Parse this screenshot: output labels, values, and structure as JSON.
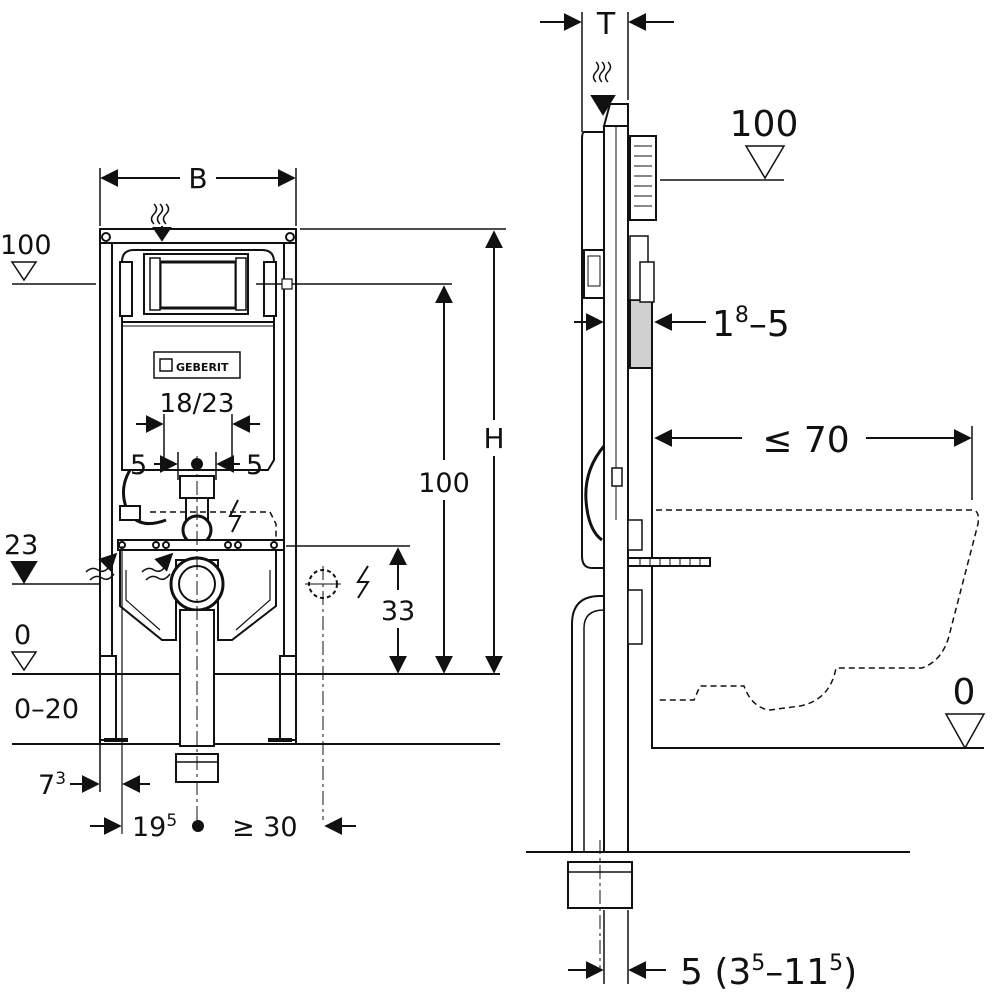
{
  "front_view": {
    "width_label": "B",
    "height_label": "H",
    "level_top_left": "100",
    "brand": "GEBERIT",
    "spacing": "18/23",
    "side_left": "5",
    "side_right": "5",
    "connection_height": "100",
    "supply_level": "23",
    "drain_height": "33",
    "floor_level": "0",
    "floor_range": "0–20",
    "foot_offset_base": "7",
    "foot_offset_sup": "3",
    "axis_offset_base": "19",
    "axis_offset_sup": "5",
    "min_clearance": "≥ 30"
  },
  "side_view": {
    "depth_label": "T",
    "level_top": "100",
    "panel_base": "1",
    "panel_sup": "8",
    "panel_tail": "–5",
    "projection": "≤ 70",
    "floor_level": "0",
    "bottom_base": "5 (3",
    "bottom_sup1": "5",
    "bottom_mid": "–11",
    "bottom_sup2": "5",
    "bottom_tail": ")"
  },
  "colors": {
    "line": "#111111",
    "panel": "#d0d0d0",
    "fill_light": "#f2f2f2"
  }
}
